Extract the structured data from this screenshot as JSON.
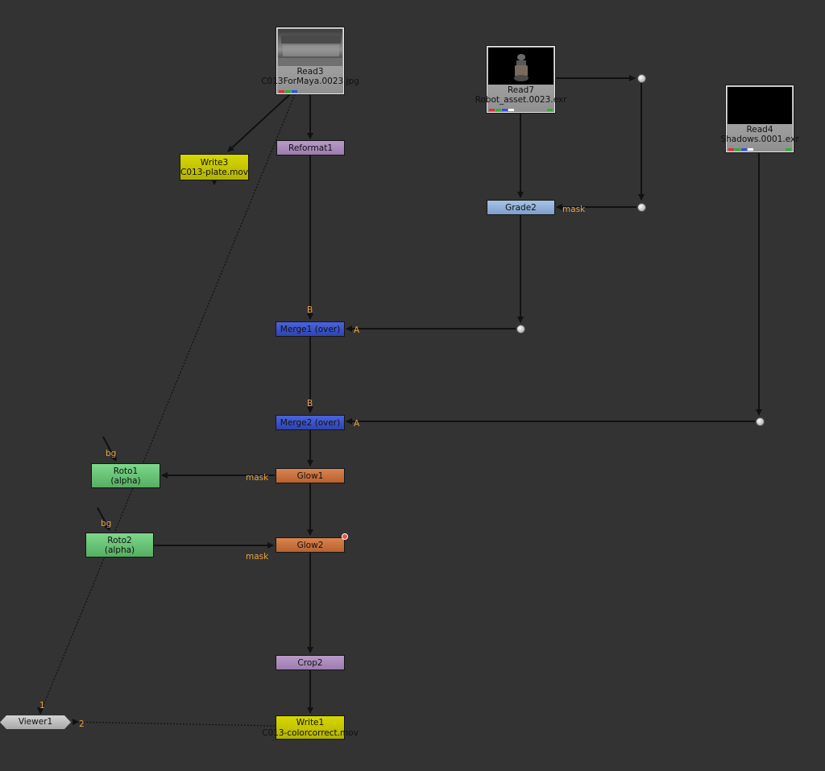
{
  "nodes": {
    "read3": {
      "name": "Read3",
      "file": "C013ForMaya.0023.jpg"
    },
    "read7": {
      "name": "Read7",
      "file": "Robot_asset.0023.exr"
    },
    "read4": {
      "name": "Read4",
      "file": "Shadows.0001.exr"
    },
    "write3": {
      "name": "Write3",
      "file": "C013-plate.mov"
    },
    "reformat1": {
      "name": "Reformat1"
    },
    "grade2": {
      "name": "Grade2"
    },
    "merge1": {
      "name": "Merge1 (over)"
    },
    "merge2": {
      "name": "Merge2 (over)"
    },
    "glow1": {
      "name": "Glow1"
    },
    "glow2": {
      "name": "Glow2"
    },
    "roto1": {
      "name": "Roto1",
      "channel": "(alpha)"
    },
    "roto2": {
      "name": "Roto2",
      "channel": "(alpha)"
    },
    "crop2": {
      "name": "Crop2"
    },
    "write1": {
      "name": "Write1",
      "file": "C013-colorcorrect.mov"
    },
    "viewer1": {
      "name": "Viewer1"
    }
  },
  "input_labels": {
    "merge1_b": "B",
    "merge1_a": "A",
    "merge2_b": "B",
    "merge2_a": "A",
    "grade2_mask": "mask",
    "glow1_mask": "mask",
    "glow2_mask": "mask",
    "roto1_bg": "bg",
    "roto2_bg": "bg",
    "viewer_in1": "1",
    "viewer_in2": "2"
  },
  "colors": {
    "background": "#333333",
    "input_label": "#e8a23d",
    "pipe": "#111111",
    "channel_red": "#e03030",
    "channel_green": "#30b030",
    "channel_blue": "#3050e0",
    "channel_alpha": "#ffffff"
  }
}
